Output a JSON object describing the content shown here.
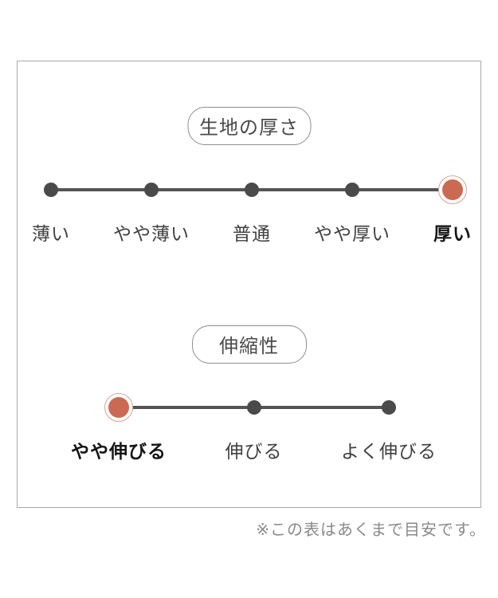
{
  "note": "※この表はあくまで目安です。",
  "colors": {
    "accent": "#cb6a53",
    "accent_ring": "#d8a294",
    "dot": "#4a4a4a",
    "line": "#555555",
    "frame_border": "#a9a9a9",
    "pill_border": "#8f8f8f",
    "pill_text": "#4a4a4a",
    "text": "#3f3f3f",
    "selected_text": "#161616",
    "note_text": "#8a8a8a"
  },
  "chart_data": [
    {
      "type": "scale",
      "title": "生地の厚さ",
      "categories": [
        "薄い",
        "やや薄い",
        "普通",
        "やや厚い",
        "厚い"
      ],
      "selected_index": 4,
      "selected_label": "厚い",
      "layout_hint": "5 evenly spaced dots on a horizontal line, rightmost selected"
    },
    {
      "type": "scale",
      "title": "伸縮性",
      "categories": [
        "やや伸びる",
        "伸びる",
        "よく伸びる"
      ],
      "selected_index": 0,
      "selected_label": "やや伸びる",
      "layout_hint": "3 evenly spaced dots on a horizontal line, leftmost selected"
    }
  ]
}
